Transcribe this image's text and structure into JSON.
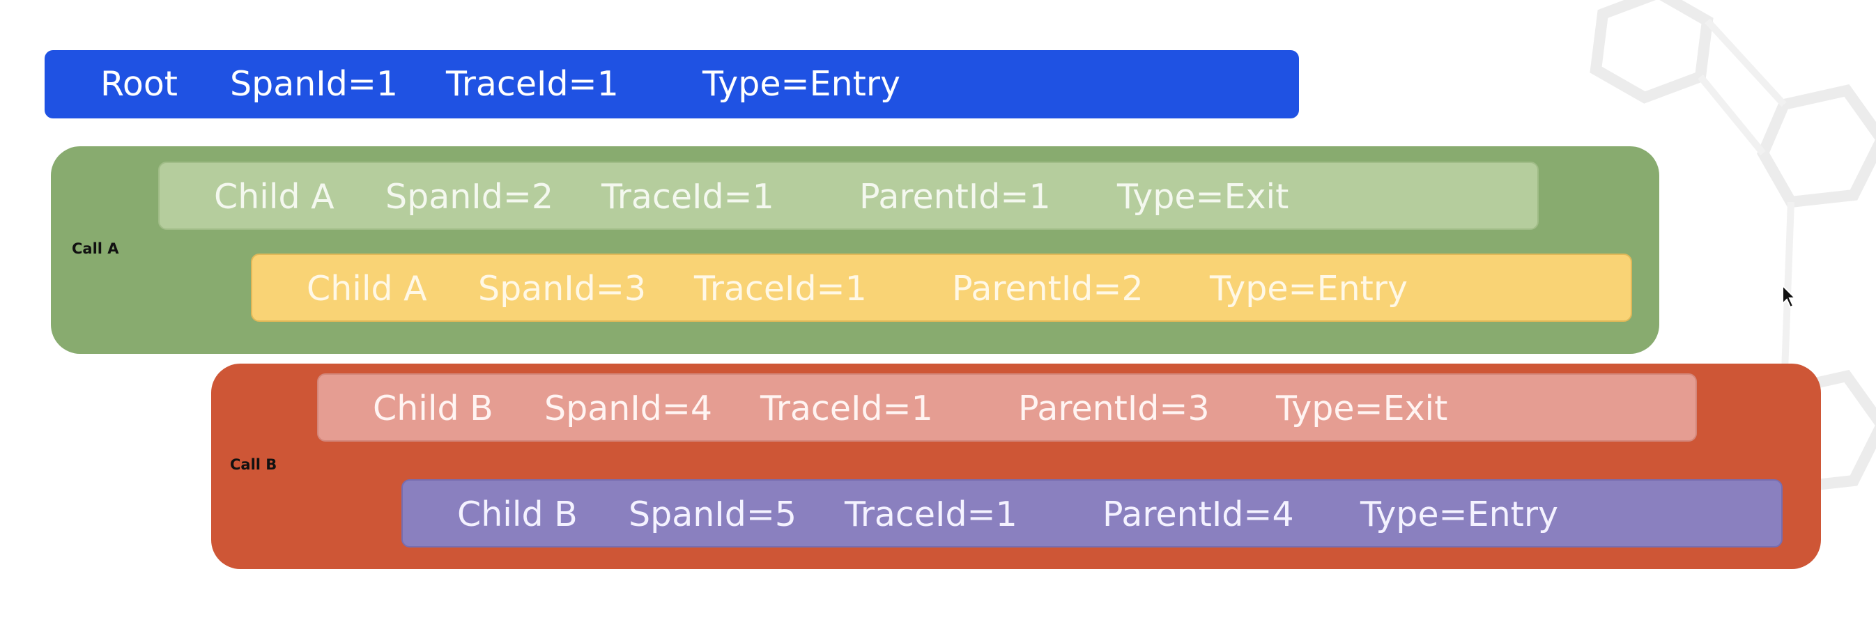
{
  "colors": {
    "root": "#1f52e3",
    "call_a_group": "#88ab6f",
    "child_a_exit": "#b5cd9d",
    "child_a_entry": "#f9d375",
    "call_b_group": "#ce5636",
    "child_b_exit": "#e59d92",
    "child_b_entry": "#8a80bf"
  },
  "groups": {
    "call_a": {
      "label": "Call A"
    },
    "call_b": {
      "label": "Call B"
    }
  },
  "spans": [
    {
      "name": "Root",
      "span_id": "SpanId=1",
      "trace_id": "TraceId=1",
      "parent_id": "",
      "type": "Type=Entry"
    },
    {
      "name": "Child A",
      "span_id": "SpanId=2",
      "trace_id": "TraceId=1",
      "parent_id": "ParentId=1",
      "type": "Type=Exit"
    },
    {
      "name": "Child A",
      "span_id": "SpanId=3",
      "trace_id": "TraceId=1",
      "parent_id": "ParentId=2",
      "type": "Type=Entry"
    },
    {
      "name": "Child B",
      "span_id": "SpanId=4",
      "trace_id": "TraceId=1",
      "parent_id": "ParentId=3",
      "type": "Type=Exit"
    },
    {
      "name": "Child B",
      "span_id": "SpanId=5",
      "trace_id": "TraceId=1",
      "parent_id": "ParentId=4",
      "type": "Type=Entry"
    }
  ]
}
